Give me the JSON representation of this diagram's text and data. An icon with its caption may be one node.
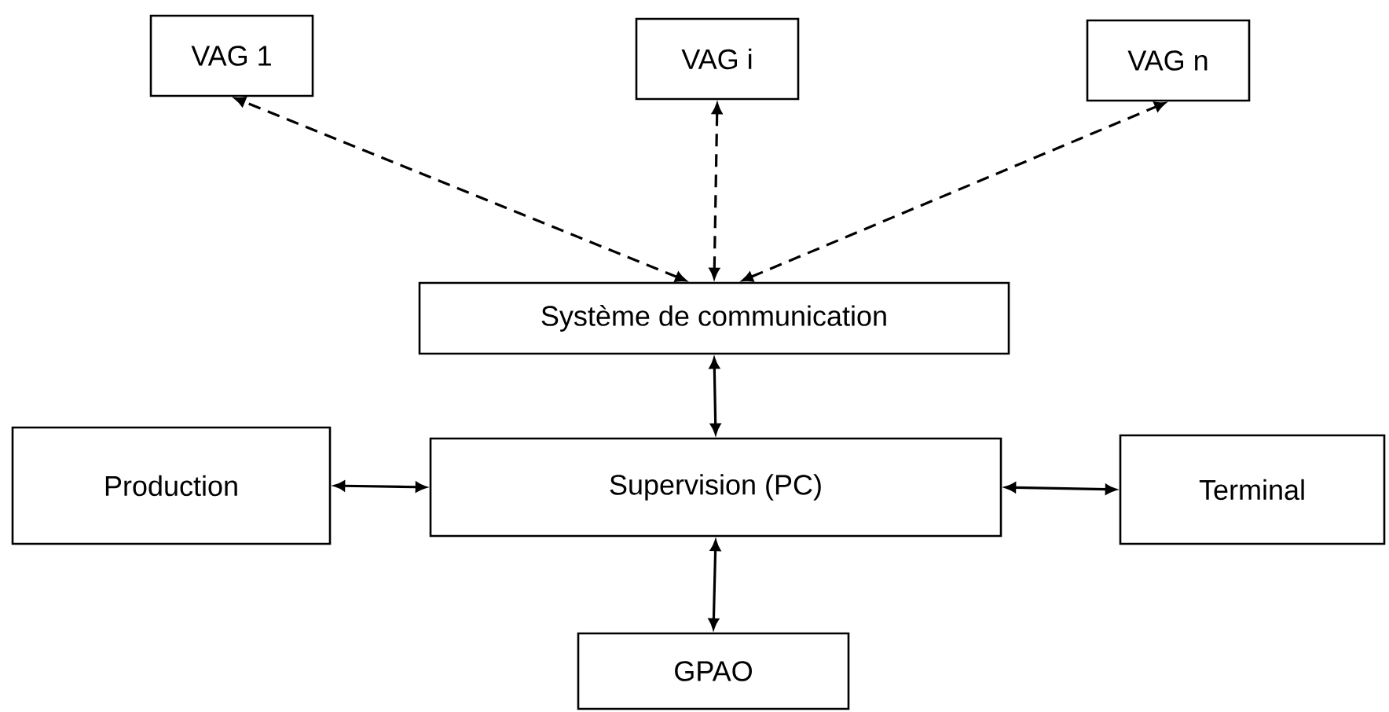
{
  "diagram": {
    "nodes": [
      {
        "text": [
          "VAG 1"
        ]
      },
      {
        "text": [
          "VAG i"
        ]
      },
      {
        "text": [
          "VAG n"
        ]
      },
      {
        "text": [
          "Système de communication"
        ]
      },
      {
        "text": [
          "Production"
        ]
      },
      {
        "text": [
          "Supervision (PC)"
        ]
      },
      {
        "text": [
          "Terminal"
        ]
      },
      {
        "text": [
          "GPAO"
        ]
      }
    ],
    "edges": [
      {
        "from": 3,
        "to": 0,
        "arrow": "both",
        "style": "dashed"
      },
      {
        "from": 3,
        "to": 1,
        "arrow": "both",
        "style": "dashed"
      },
      {
        "from": 3,
        "to": 2,
        "arrow": "both",
        "style": "dashed"
      },
      {
        "from": 3,
        "to": 5,
        "arrow": "both"
      },
      {
        "from": 4,
        "to": 5,
        "arrow": "both"
      },
      {
        "from": 5,
        "to": 6,
        "arrow": "both"
      },
      {
        "from": 5,
        "to": 7,
        "arrow": "both"
      }
    ]
  }
}
